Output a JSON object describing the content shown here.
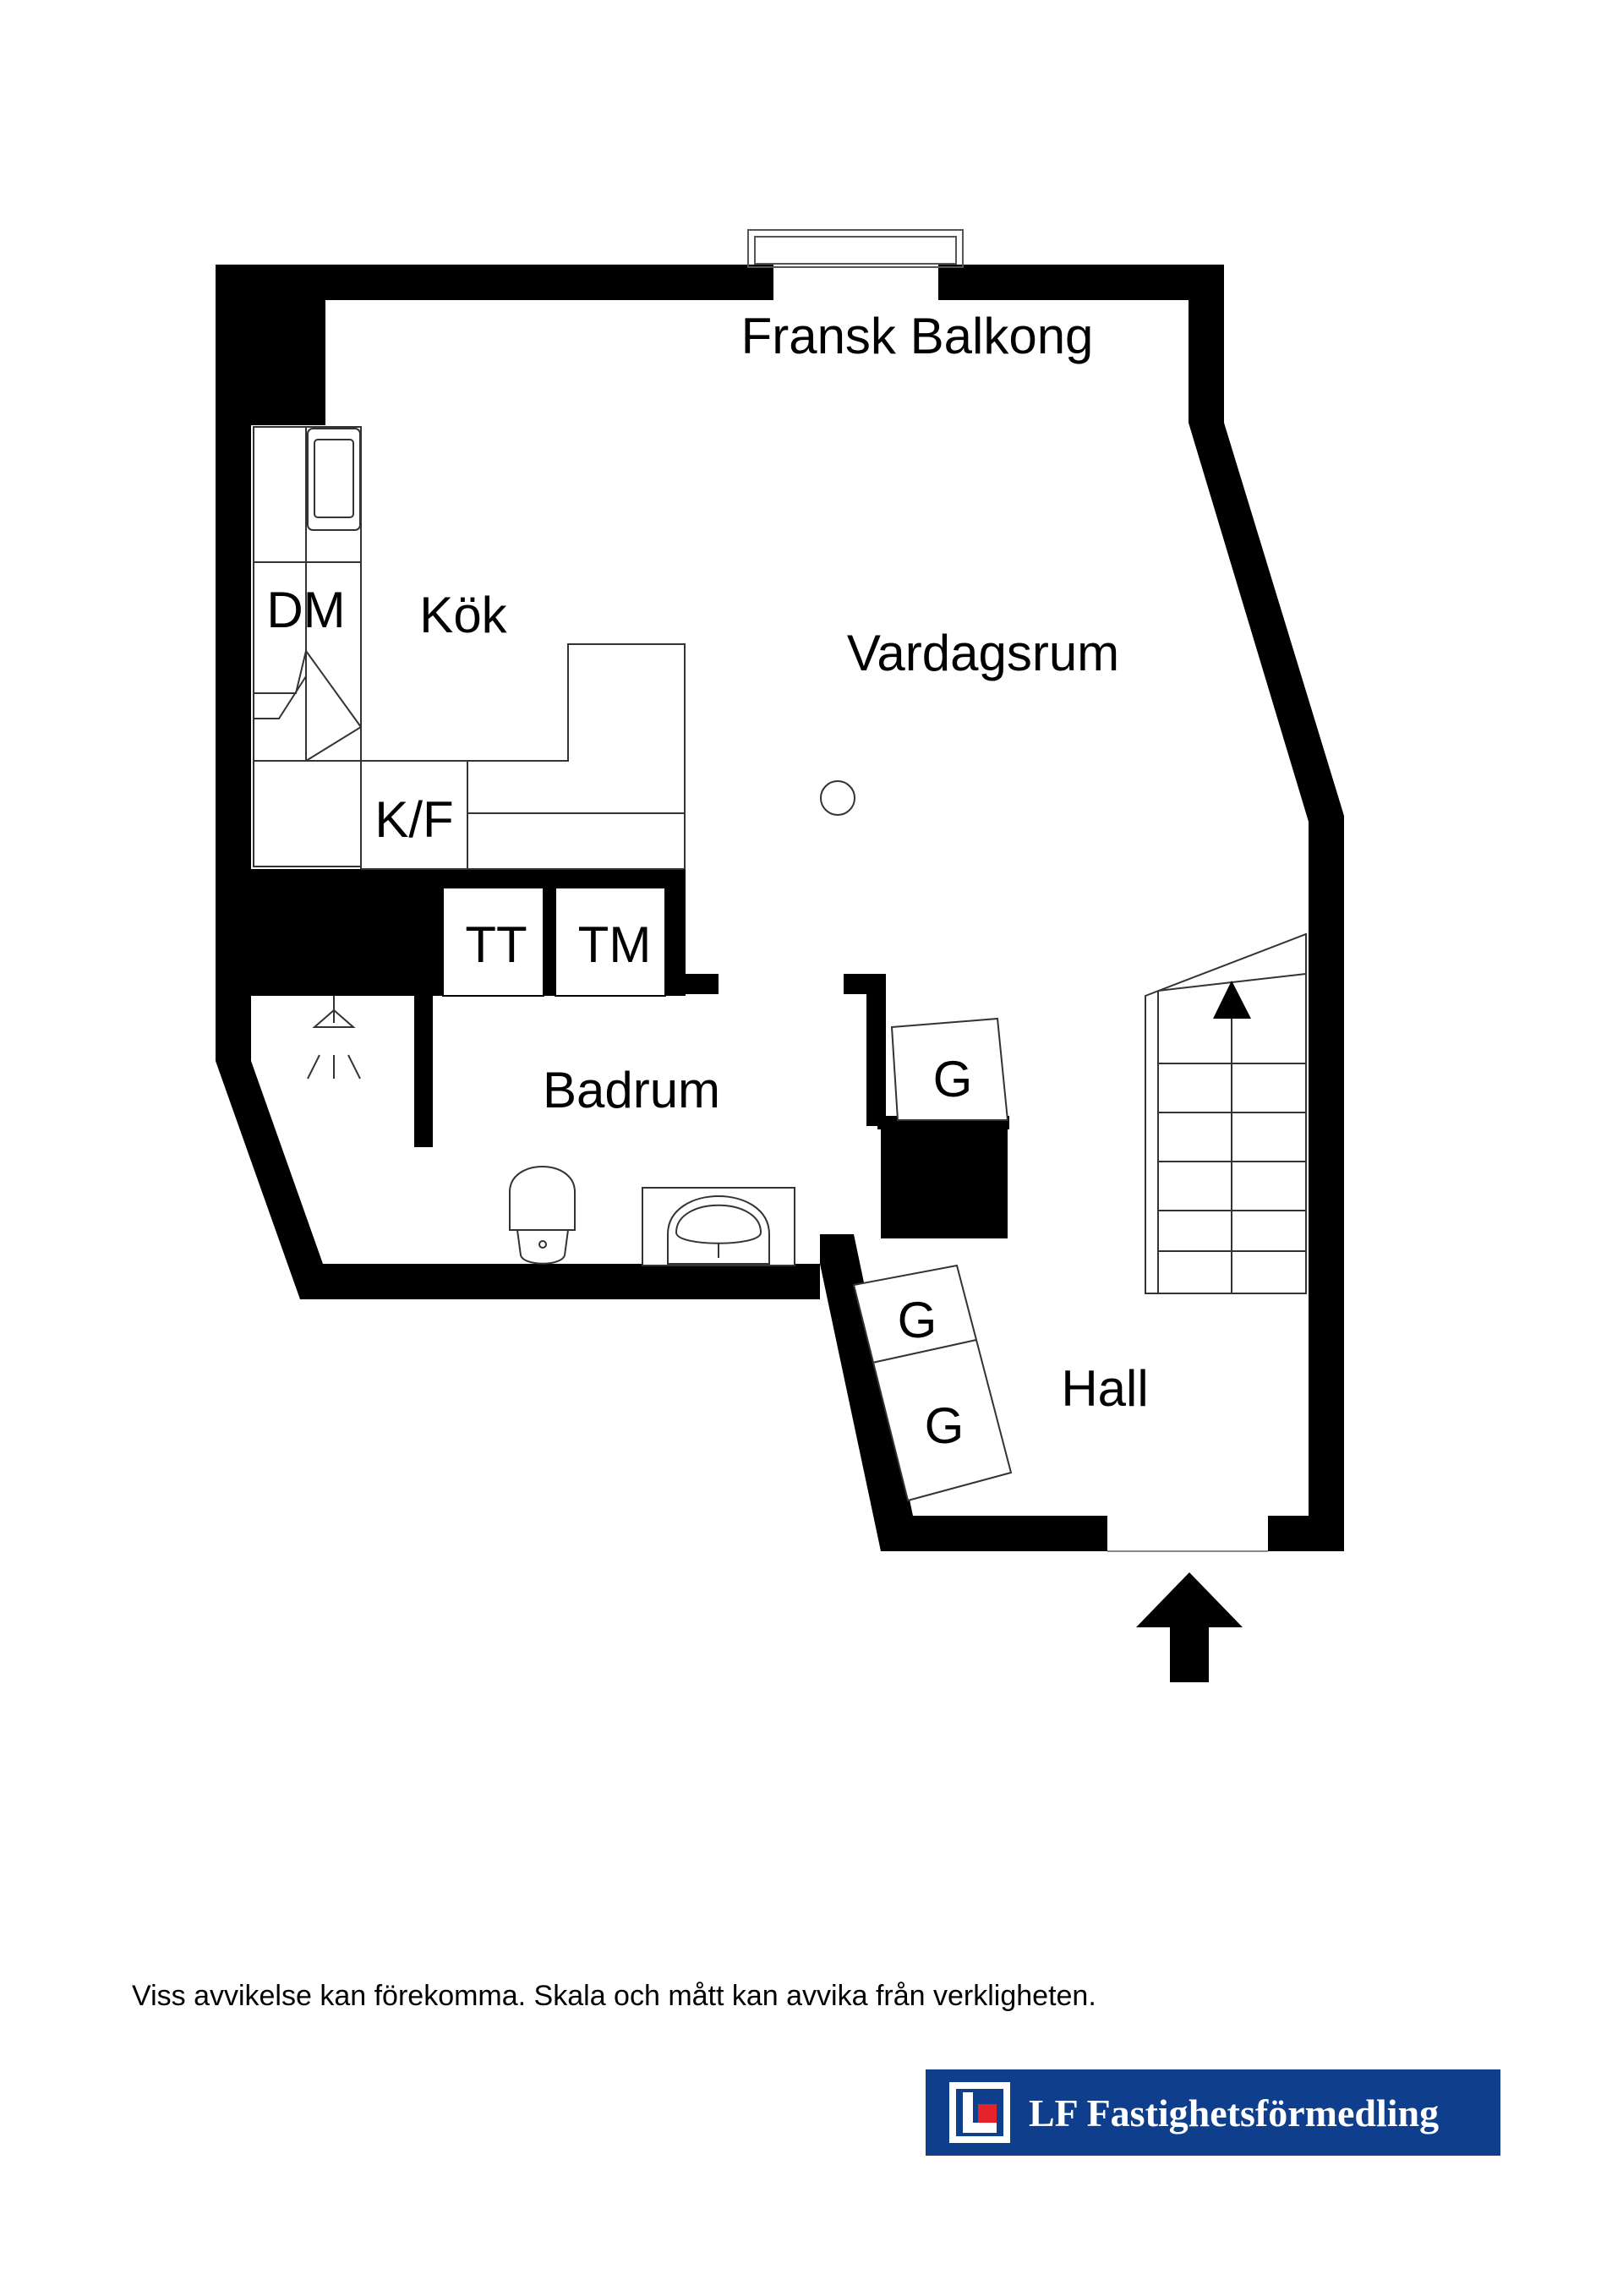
{
  "rooms": {
    "balcony": "Fransk Balkong",
    "kitchen": "Kök",
    "dishwasher": "DM",
    "fridge_freezer": "K/F",
    "living_room": "Vardagsrum",
    "dryer": "TT",
    "washer": "TM",
    "bathroom": "Badrum",
    "wardrobe_bath": "G",
    "wardrobe_hall_1": "G",
    "wardrobe_hall_2": "G",
    "hall": "Hall"
  },
  "disclaimer": "Viss avvikelse kan förekomma. Skala och mått kan avvika från verkligheten.",
  "brand": {
    "name": "LF Fastighetsförmedling",
    "logo_color": "#0f3f8c",
    "accent_color": "#e4232b"
  },
  "icons": [
    "entrance-arrow-icon",
    "stairs-up-arrow-icon",
    "shower-icon",
    "toilet-icon",
    "sink-icon",
    "stove-icon",
    "lamp-icon"
  ]
}
